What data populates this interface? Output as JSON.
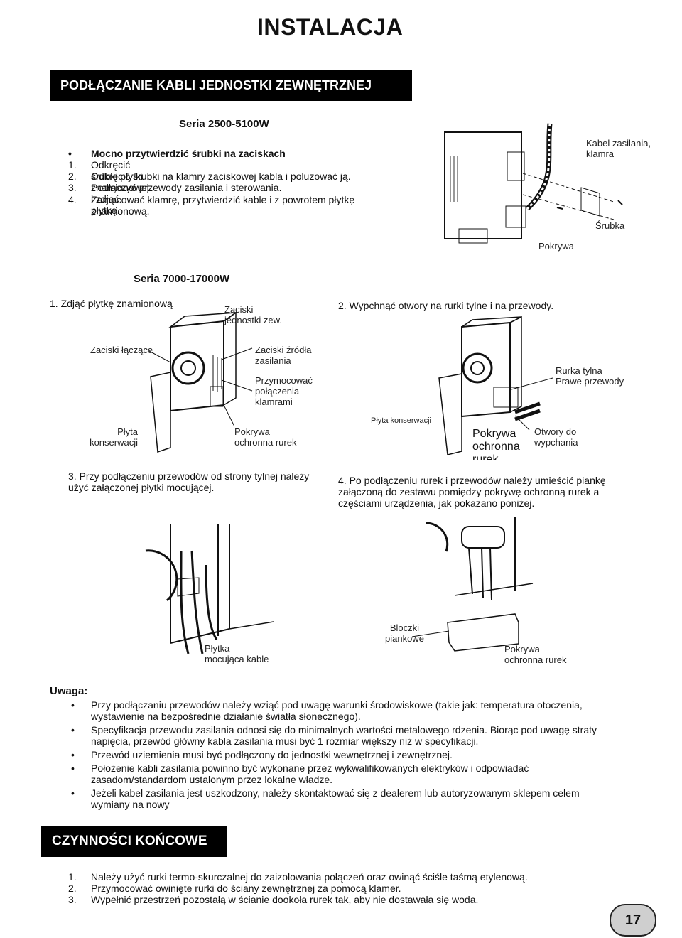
{
  "page_title": "INSTALACJA",
  "section1": {
    "heading": "PODŁĄCZANIE KABLI JEDNOSTKI ZEWNĘTRZNEJ",
    "series_a": "Seria 2500-5100W",
    "bullet": "Mocno przytwierdzić śrubki na zaciskach",
    "steps": [
      {
        "n": "1.",
        "t": "Odkręcić śrubki płytki znamionowej i zdjąć płytkę."
      },
      {
        "n": "2.",
        "t": "Odkręcić śrubki na klamry zaciskowej kabla i poluzować ją."
      },
      {
        "n": "3.",
        "t": "Podłączyć przewody zasilania i sterowania."
      },
      {
        "n": "4.",
        "t": "Zamocować klamrę, przytwierdzić kable i z powrotem płytkę"
      }
    ],
    "step4_cont": "znamionową.",
    "fig1": {
      "label_cable": "Kabel zasilania,",
      "label_cable2": "klamra",
      "label_screw": "Śrubka",
      "label_cover": "Pokrywa"
    },
    "series_b": "Seria 7000-17000W",
    "step_b1": "1. Zdjąć płytkę znamionową",
    "step_b2": "2. Wypchnąć otwory na rurki tylne i na przewody.",
    "fig2": {
      "zaciski_zew1": "Zaciski",
      "zaciski_zew2": "jednostki zew.",
      "zaciski_laczace": "Zaciski łączące",
      "zaciski_zrodla1": "Zaciski źródła",
      "zaciski_zrodla2": "zasilania",
      "przymocowac1": "Przymocować",
      "przymocowac2": "połączenia",
      "przymocowac3": "klamrami",
      "plyta1": "Płyta",
      "plyta2": "konserwacji",
      "pokrywa1": "Pokrywa",
      "pokrywa2": "ochronna rurek"
    },
    "fig3": {
      "rurka1": "Rurka tylna",
      "rurka2": "Prawe przewody",
      "plyta": "Płyta konserwacji",
      "pokrywa1": "Pokrywa",
      "pokrywa2": "ochronna",
      "pokrywa3": "rurek",
      "otwory1": "Otwory do",
      "otwory2": "wypchania"
    },
    "step_b3_1": "3. Przy podłączeniu przewodów od strony tylnej należy",
    "step_b3_2": "użyć załączonej płytki mocującej.",
    "step_b4_1": "4. Po podłączeniu rurek i przewodów należy umieścić piankę",
    "step_b4_2": "załączoną do zestawu pomiędzy pokrywę ochronną rurek a",
    "step_b4_3": "częściami urządzenia, jak pokazano poniżej.",
    "fig4": {
      "plytka1": "Płytka",
      "plytka2": "mocująca kable"
    },
    "fig5": {
      "bloczki1": "Bloczki",
      "bloczki2": "piankowe",
      "pokrywa1": "Pokrywa",
      "pokrywa2": "ochronna rurek"
    }
  },
  "uwaga": {
    "title": "Uwaga:",
    "items": [
      [
        "Przy podłączaniu przewodów należy wziąć pod uwagę warunki środowiskowe (takie jak: temperatura otoczenia,",
        "wystawienie na bezpośrednie działanie światła słonecznego)."
      ],
      [
        "Specyfikacja przewodu zasilania odnosi się do minimalnych wartości metalowego rdzenia. Biorąc pod uwagę straty",
        "napięcia, przewód główny kabla zasilania musi być 1 rozmiar większy niż w specyfikacji."
      ],
      [
        "Przewód uziemienia musi być podłączony do jednostki wewnętrznej i zewnętrznej.",
        ""
      ],
      [
        "Położenie kabli zasilania powinno być wykonane przez wykwalifikowanych elektryków i odpowiadać",
        "zasadom/standardom ustalonym przez lokalne władze."
      ],
      [
        "Jeżeli kabel zasilania jest uszkodzony, należy skontaktować się z dealerem lub autoryzowanym sklepem celem",
        "wymiany na nowy"
      ]
    ]
  },
  "section2": {
    "heading": "CZYNNOŚCI KOŃCOWE",
    "steps": [
      {
        "n": "1.",
        "t": "Należy użyć rurki termo-skurczalnej do zaizolowania połączeń oraz owinąć ściśle taśmą etylenową."
      },
      {
        "n": "2.",
        "t": "Przymocować owinięte rurki do ściany zewnętrznej za pomocą klamer."
      },
      {
        "n": "3.",
        "t": "Wypełnić przestrzeń pozostałą w ścianie dookoła rurek tak, aby nie dostawała się woda."
      }
    ]
  },
  "page_number": "17"
}
